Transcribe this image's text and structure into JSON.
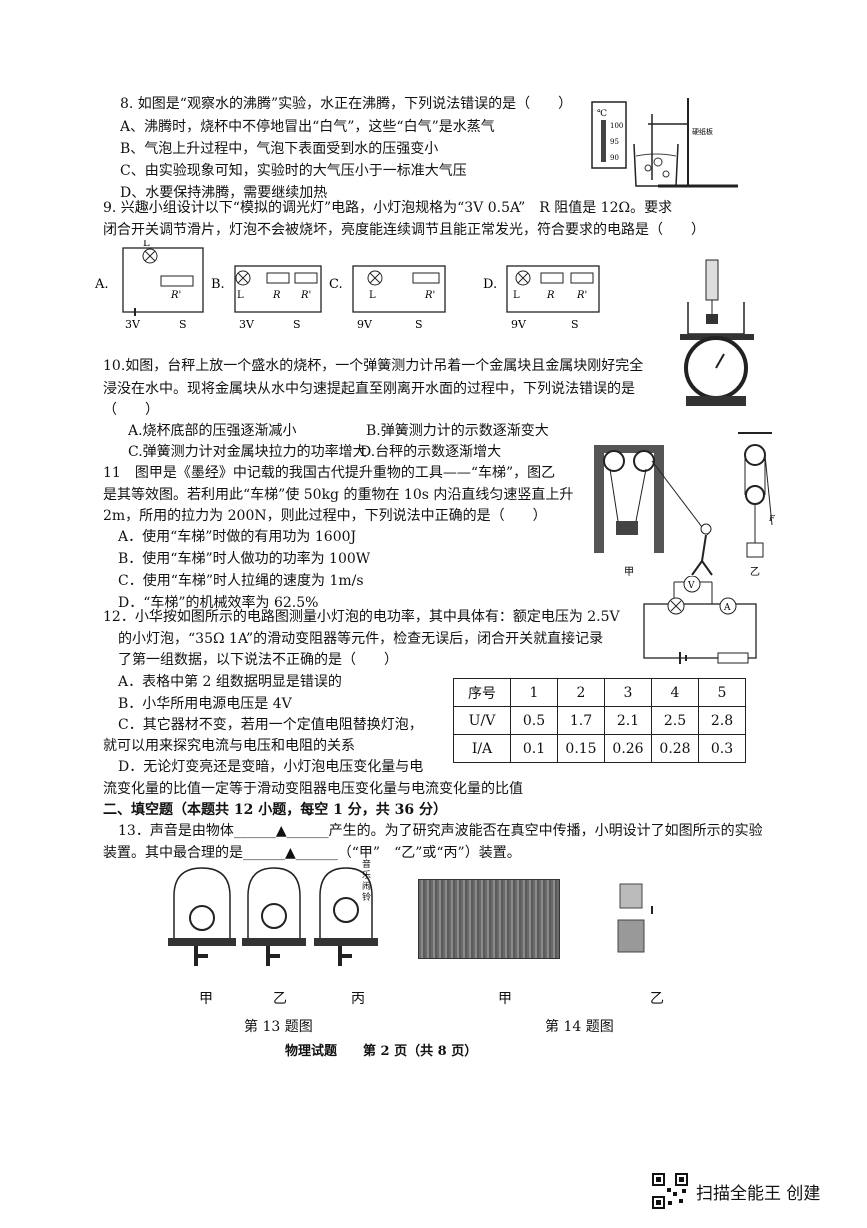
{
  "q8": {
    "stem": "8. 如图是“观察水的沸腾”实验，水正在沸腾，下列说法错误的是（　　）",
    "a": "A、沸腾时，烧杯中不停地冒出“白气”，这些“白气”是水蒸气",
    "b": "B、气泡上升过程中，气泡下表面受到水的压强变小",
    "c": "C、由实验现象可知，实验时的大气压小于一标准大气压",
    "d": "D、水要保持沸腾，需要继续加热",
    "thermo_label": "℃",
    "scale": [
      "100",
      "95",
      "90"
    ],
    "fig_label": "硬纸板"
  },
  "q9": {
    "stem1": "9. 兴趣小组设计以下“模拟的调光灯”电路，小灯泡规格为“3V 0.5A”　R 阻值是 12Ω。要求",
    "stem2": "闭合开关调节滑片，灯泡不会被烧坏，亮度能连续调节且能正常发光，符合要求的电路是（　　）",
    "options": [
      "A.",
      "B.",
      "C.",
      "D."
    ],
    "voltages": [
      "3V",
      "3V",
      "9V",
      "9V"
    ],
    "labels": {
      "lamp": "L",
      "resistor": "R",
      "rheostat": "R'",
      "switch": "S"
    }
  },
  "q10": {
    "stem1": "10.如图，台秤上放一个盛水的烧杯，一个弹簧测力计吊着一个金属块且金属块刚好完全",
    "stem2": "浸没在水中。现将金属块从水中匀速提起直至刚离开水面的过程中，下列说法错误的是",
    "blank": "（　　）",
    "a": "A.烧杯底部的压强逐渐减小",
    "b": "B.弹簧测力计的示数逐渐变大",
    "c": "C.弹簧测力计对金属块拉力的功率增大",
    "d": "D.台秤的示数逐渐增大"
  },
  "q11": {
    "stem1": "11　图甲是《墨经》中记载的我国古代提升重物的工具——“车梯”，图乙",
    "stem2": "是其等效图。若利用此“车梯”使 50kg 的重物在 10s 内沿直线匀速竖直上升",
    "stem3": "2m，所用的拉力为 200N，则此过程中，下列说法中正确的是（　　）",
    "a": "A．使用“车梯”时做的有用功为 1600J",
    "b": "B．使用“车梯”时人做功的功率为 100W",
    "c": "C．使用“车梯”时人拉绳的速度为 1m/s",
    "d": "D．“车梯”的机械效率为 62.5%",
    "fig_a": "甲",
    "fig_b": "乙",
    "force_label": "F"
  },
  "q12": {
    "stem1": "12．小华按如图所示的电路图测量小灯泡的电功率，其中具体有：额定电压为 2.5V",
    "stem2": "的小灯泡，“35Ω 1A”的滑动变阻器等元件，检查无误后，闭合开关就直接记录",
    "stem3": "了第一组数据，以下说法不正确的是（　　）",
    "a": "A．表格中第 2 组数据明显是错误的",
    "b": "B．小华所用电源电压是 4V",
    "c1": "C．其它器材不变，若用一个定值电阻替换灯泡，",
    "c2": "就可以用来探究电流与电压和电阻的关系",
    "d1": "D．无论灯变亮还是变暗，小灯泡电压变化量与电",
    "d2": "流变化量的比值一定等于滑动变阻器电压变化量与电流变化量的比值",
    "meter_v": "V",
    "meter_a": "A",
    "table": {
      "header": [
        "序号",
        "1",
        "2",
        "3",
        "4",
        "5"
      ],
      "rows": [
        [
          "U/V",
          "0.5",
          "1.7",
          "2.1",
          "2.5",
          "2.8"
        ],
        [
          "I/A",
          "0.1",
          "0.15",
          "0.26",
          "0.28",
          "0.3"
        ]
      ]
    }
  },
  "section2": "二、填空题（本题共 12 小题，每空 1 分，共 36 分）",
  "q13": {
    "line1": "13．声音是由物体______▲______产生的。为了研究声波能否在真空中传播，小明设计了如图所示的实验",
    "line2": "装置。其中最合理的是______▲______（“甲”　“乙”或“丙”）装置。",
    "labels": [
      "甲",
      "乙",
      "丙"
    ],
    "caption": "第 13 题图",
    "bell_text": "音乐闹铃"
  },
  "q14": {
    "labels": [
      "甲",
      "乙"
    ],
    "caption": "第 14 题图"
  },
  "footer": "物理试题　　第 2 页（共 8 页）",
  "watermark": "扫描全能王 创建"
}
